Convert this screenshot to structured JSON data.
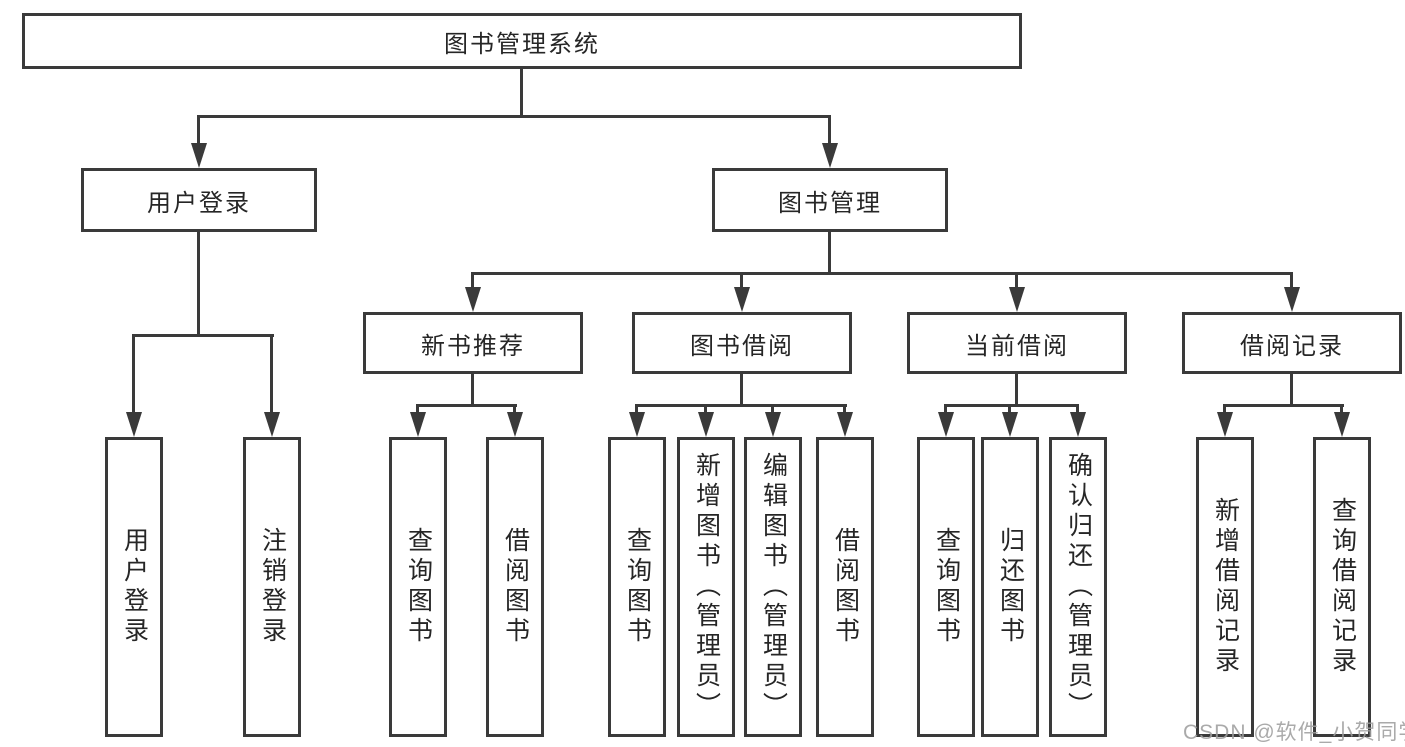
{
  "diagram": {
    "type": "hierarchy-tree",
    "root": {
      "label": "图书管理系统"
    },
    "level2": [
      {
        "label": "用户登录",
        "parent": "图书管理系统"
      },
      {
        "label": "图书管理",
        "parent": "图书管理系统"
      }
    ],
    "level3": [
      {
        "label": "新书推荐",
        "parent": "图书管理"
      },
      {
        "label": "图书借阅",
        "parent": "图书管理"
      },
      {
        "label": "当前借阅",
        "parent": "图书管理"
      },
      {
        "label": "借阅记录",
        "parent": "图书管理"
      }
    ],
    "leaves": [
      {
        "label": "用户登录",
        "parent": "用户登录"
      },
      {
        "label": "注销登录",
        "parent": "用户登录"
      },
      {
        "label": "查询图书",
        "parent": "新书推荐"
      },
      {
        "label": "借阅图书",
        "parent": "新书推荐"
      },
      {
        "label": "查询图书",
        "parent": "图书借阅"
      },
      {
        "label": "新增图书（管理员）",
        "parent": "图书借阅"
      },
      {
        "label": "编辑图书（管理员）",
        "parent": "图书借阅"
      },
      {
        "label": "借阅图书",
        "parent": "图书借阅"
      },
      {
        "label": "查询图书",
        "parent": "当前借阅"
      },
      {
        "label": "归还图书",
        "parent": "当前借阅"
      },
      {
        "label": "确认归还（管理员）",
        "parent": "当前借阅"
      },
      {
        "label": "新增借阅记录",
        "parent": "借阅记录"
      },
      {
        "label": "查询借阅记录",
        "parent": "借阅记录"
      }
    ]
  },
  "watermark": {
    "text": "CSDN @软件_小贺同学"
  },
  "colors": {
    "line": "#3a3a3a",
    "text": "#262626",
    "background": "#ffffff",
    "watermark": "#9e9e9e"
  }
}
